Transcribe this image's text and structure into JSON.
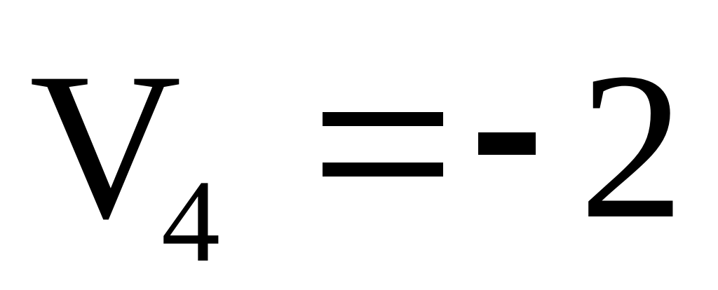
{
  "equation": {
    "variable": "V",
    "subscript": "4",
    "equals": "=",
    "minus": "-",
    "value": "2"
  },
  "colors": {
    "background": "#ffffff",
    "text": "#000000"
  }
}
